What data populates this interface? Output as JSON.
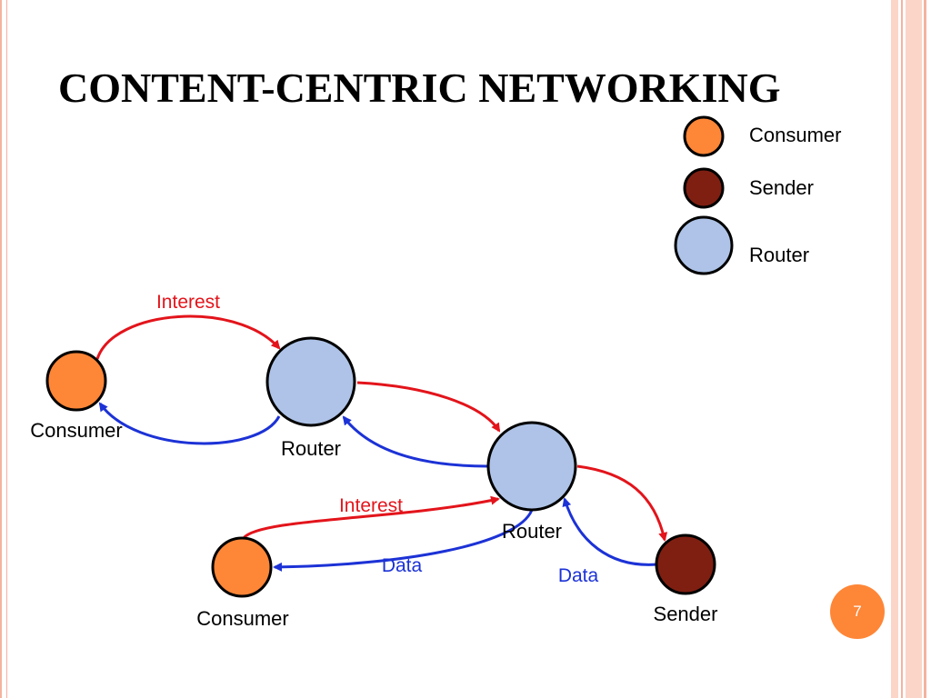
{
  "slide": {
    "title": "CONTENT-CENTRIC NETWORKING",
    "page_number": "7"
  },
  "legend": {
    "consumer": "Consumer",
    "sender": "Sender",
    "router": "Router"
  },
  "nodes": {
    "consumer_1": "Consumer",
    "router_1": "Router",
    "router_2": "Router",
    "consumer_2": "Consumer",
    "sender": "Sender"
  },
  "edges": {
    "interest_1": "Interest",
    "interest_2": "Interest",
    "data_1": "Data",
    "data_2": "Data"
  },
  "colors": {
    "consumer_fill": "#fe8637",
    "sender_fill": "#7f1f12",
    "router_fill": "#aec3e7",
    "interest_arrow": "#e3141b",
    "data_arrow": "#1c32d6",
    "accent_border": "#f4b39f",
    "accent_band": "#fbd5c7"
  }
}
